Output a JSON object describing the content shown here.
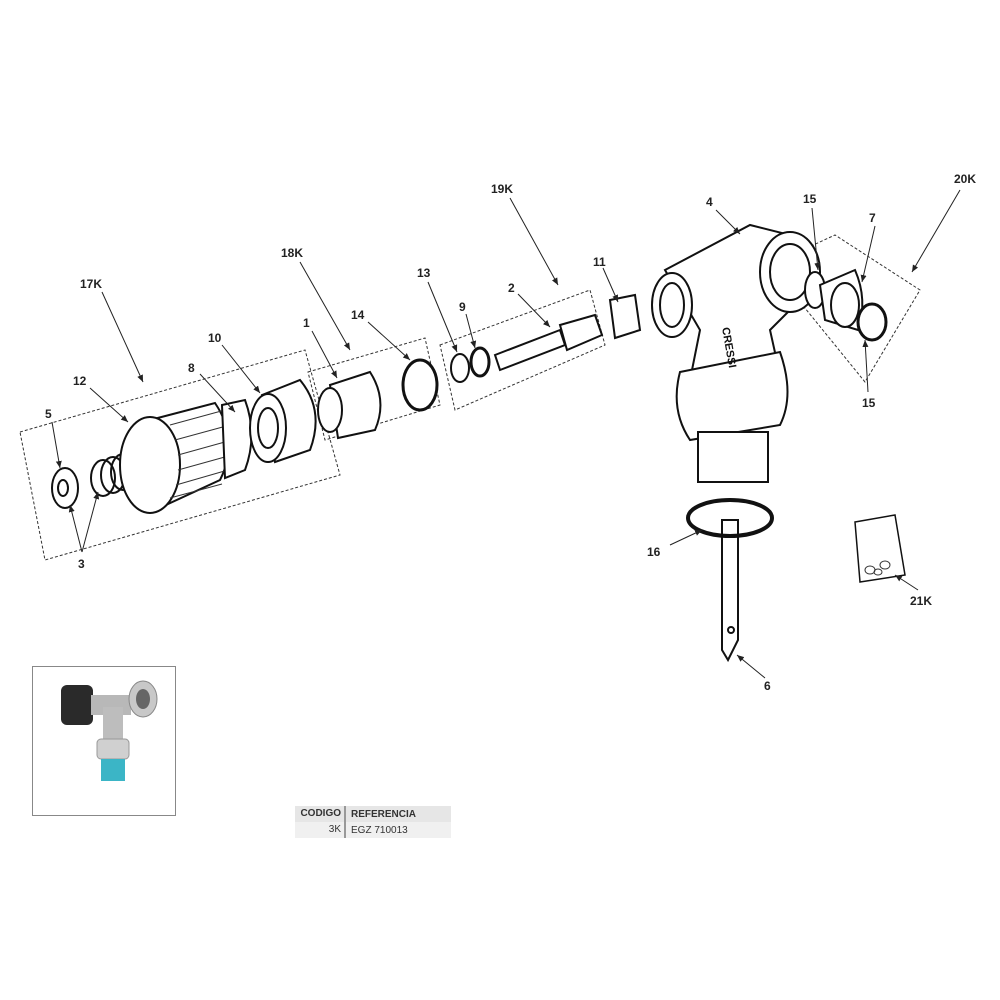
{
  "diagram": {
    "logo_text": "CRESSI",
    "labels": {
      "l17K": "17K",
      "l12": "12",
      "l5": "5",
      "l3": "3",
      "l8": "8",
      "l10": "10",
      "l18K": "18K",
      "l1": "1",
      "l14": "14",
      "l13": "13",
      "l9": "9",
      "l19K": "19K",
      "l2": "2",
      "l11": "11",
      "l4": "4",
      "l15a": "15",
      "l7": "7",
      "l20K": "20K",
      "l15b": "15",
      "l16": "16",
      "l6": "6",
      "l21K": "21K"
    }
  },
  "table": {
    "headers": [
      "CODIGO",
      "REFERENCIA"
    ],
    "rows": [
      [
        "3K",
        "EGZ 710013"
      ]
    ]
  }
}
